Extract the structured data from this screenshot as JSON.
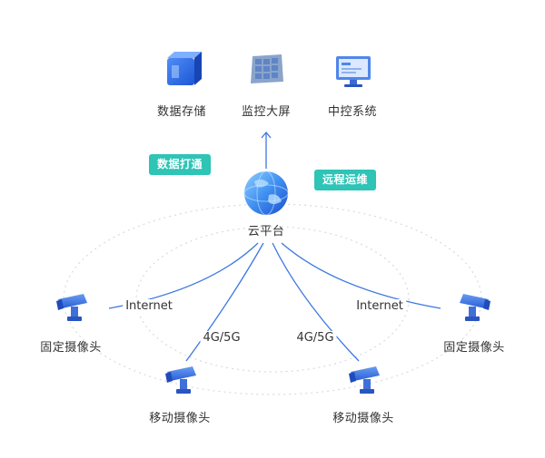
{
  "top_nodes": {
    "storage": "数据存储",
    "monitor_wall": "监控大屏",
    "control_system": "中控系统"
  },
  "tags": {
    "data_link": "数据打通",
    "remote_ops": "远程运维"
  },
  "cloud": {
    "label": "云平台"
  },
  "links": {
    "internet_left": "Internet",
    "internet_right": "Internet",
    "cellular_left": "4G/5G",
    "cellular_right": "4G/5G"
  },
  "cameras": {
    "fixed_left": "固定摄像头",
    "fixed_right": "固定摄像头",
    "mobile_left": "移动摄像头",
    "mobile_right": "移动摄像头"
  },
  "colors": {
    "primary_blue": "#2f6fe6",
    "light_blue": "#7ea9f3",
    "accent_teal": "#2ec4b6",
    "line_blue": "#3d77e2",
    "dotted_gray": "#d5dbe4"
  }
}
